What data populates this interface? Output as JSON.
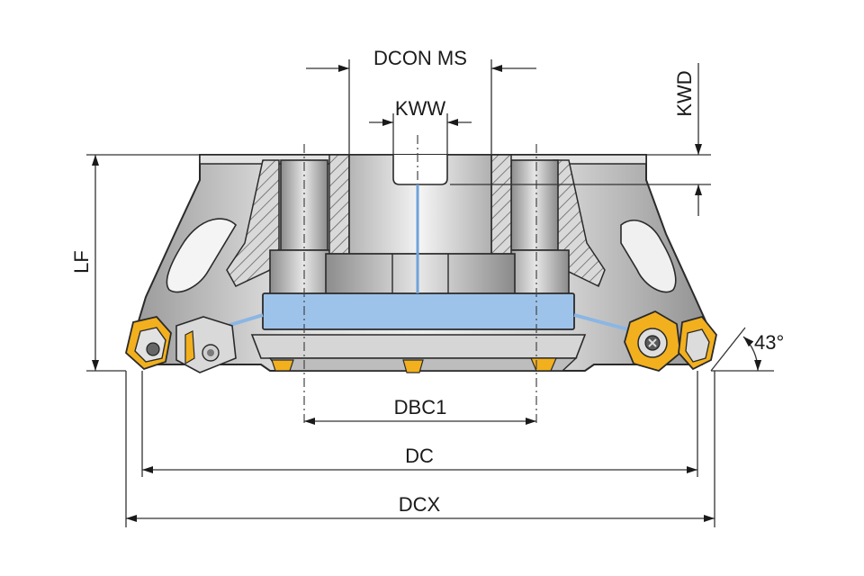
{
  "labels": {
    "dcon_ms": "DCON MS",
    "kww": "KWW",
    "kwd": "KWD",
    "lf": "LF",
    "angle": "43°",
    "dbc1": "DBC1",
    "dc": "DC",
    "dcx": "DCX"
  },
  "colors": {
    "body": "#c8c8c8",
    "body_dark": "#8e8e8e",
    "body_light": "#e9e9e9",
    "outline": "#2a2a2a",
    "coolant": "#9ec3ea",
    "coolant_line": "#6fa3db",
    "insert": "#f2b01e",
    "insert_dark": "#c98a06",
    "dimension": "#333333"
  },
  "icons": {
    "arrowhead": "arrowhead-icon",
    "insert": "cutting-insert-icon",
    "screw": "torx-screw-icon"
  }
}
